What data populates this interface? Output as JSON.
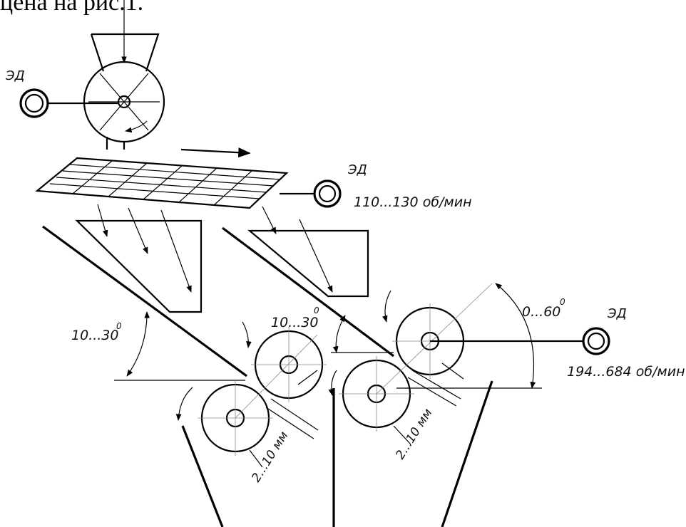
{
  "header": {
    "text": "цена на рис.1."
  },
  "labels": {
    "motor_top": "ЭД",
    "motor_screen": "ЭД",
    "motor_screen_speed": "110...130 об/мин",
    "motor_rolls": "ЭД",
    "motor_rolls_speed": "194...684 об/мин",
    "angle_left": "10...30",
    "angle_mid": "10...30",
    "angle_right": "0...60",
    "gap_left": "2...10 мм",
    "gap_right": "2...10 мм",
    "degree_mark": "0"
  },
  "colors": {
    "ink": "#000000",
    "background": "#ffffff"
  }
}
